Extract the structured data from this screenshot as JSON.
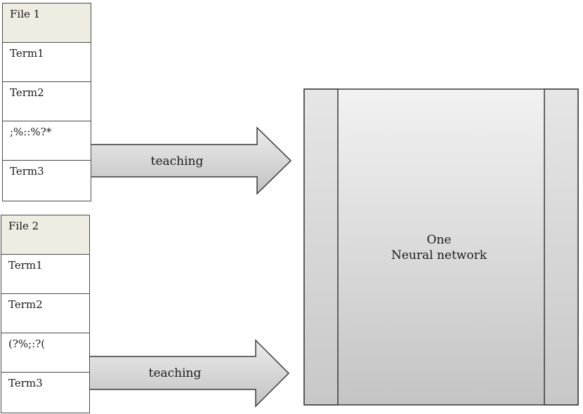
{
  "files": [
    {
      "header": "File 1",
      "rows": [
        "Term1",
        "Term2",
        ";%::%?*",
        "Term3"
      ]
    },
    {
      "header": "File 2",
      "rows": [
        "Term1",
        "Term2",
        "(?%;:?(",
        "Term3"
      ]
    }
  ],
  "arrows": [
    {
      "label": "teaching"
    },
    {
      "label": "teaching"
    }
  ],
  "network": {
    "line1": "One",
    "line2": "Neural network"
  },
  "colors": {
    "header_fill": "#efece2",
    "arrow_fill_light": "#ebebeb",
    "arrow_fill_dark": "#c4c4c4",
    "network_fill_light": "#f0f0f0",
    "network_fill_dark": "#c6c6c6",
    "stroke": "#3a3a3a"
  }
}
